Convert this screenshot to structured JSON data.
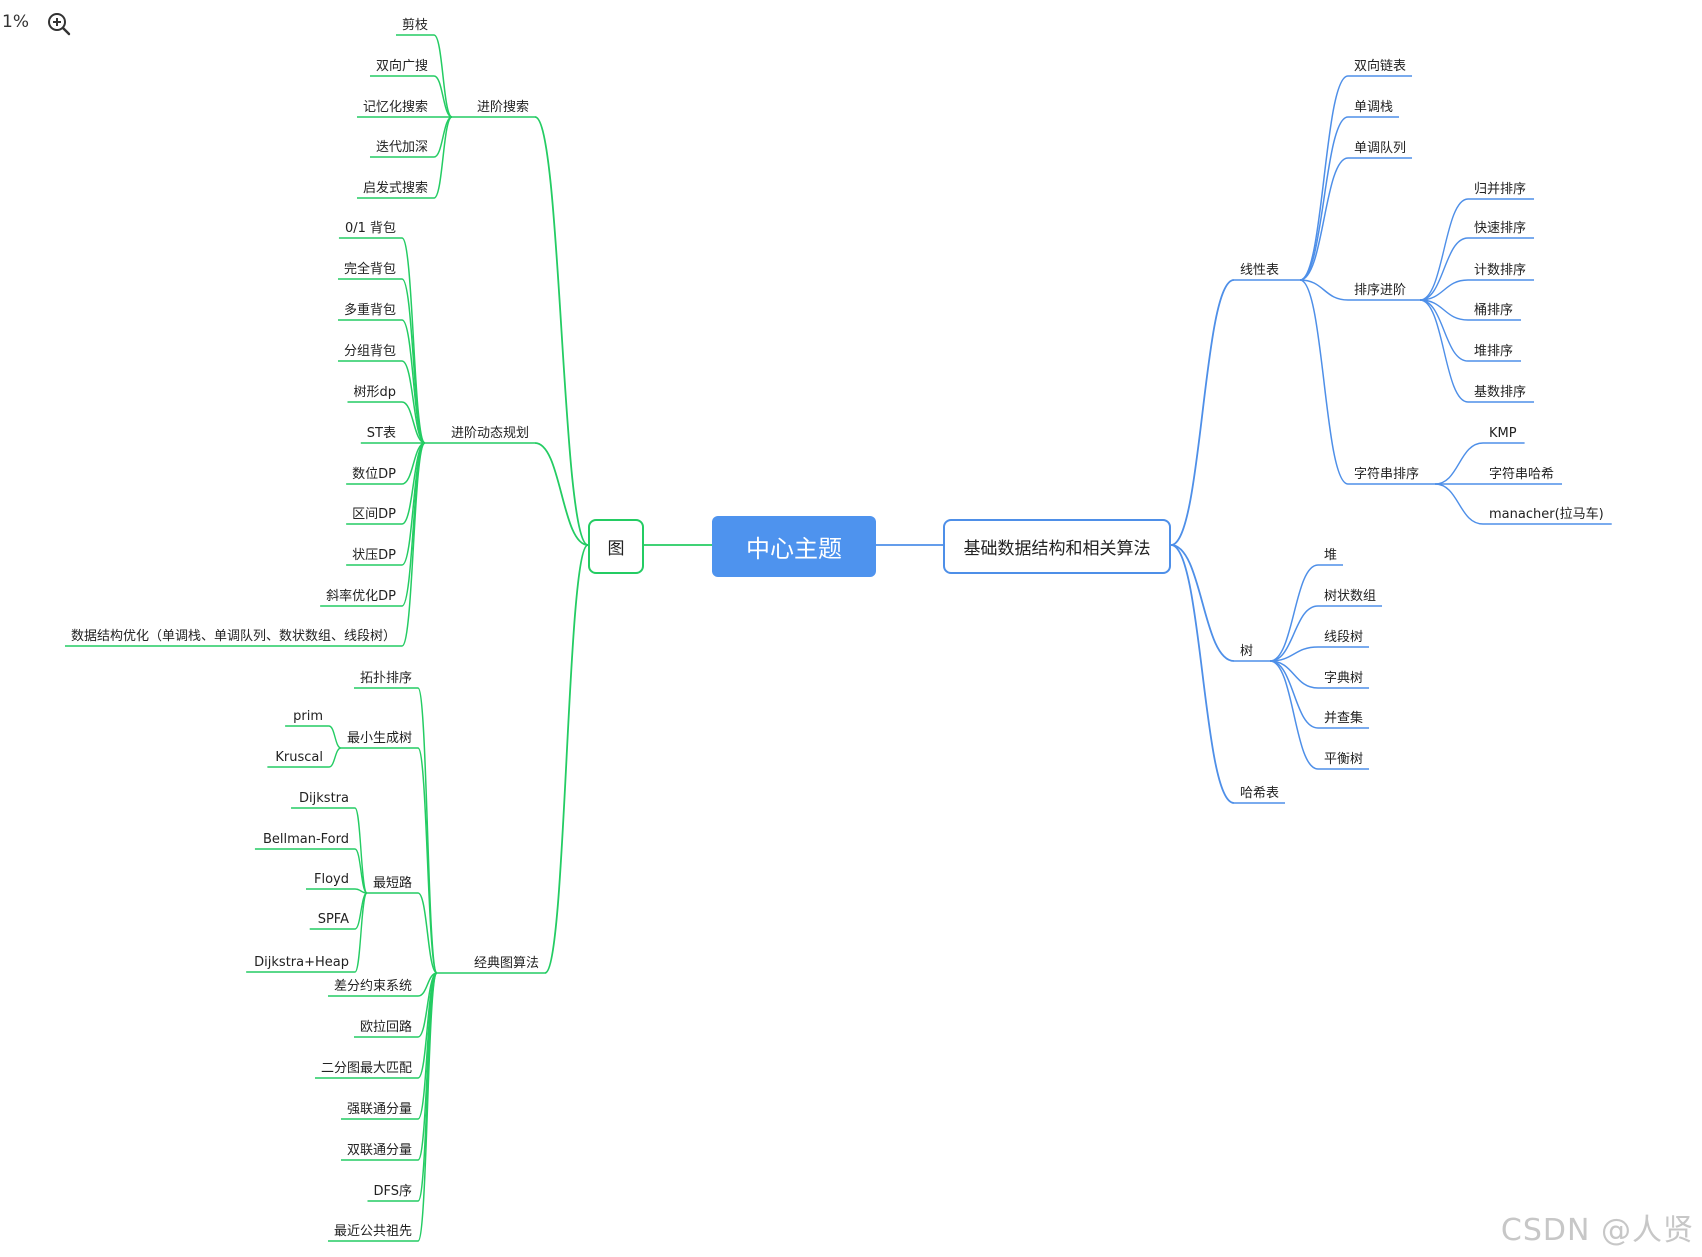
{
  "toolbar": {
    "zoom_text": "1%",
    "zoom_in_icon": "zoom-in-icon"
  },
  "watermark": "CSDN @人贤",
  "colors": {
    "green": "#24cc63",
    "blue": "#4e8fe8",
    "root": "#4e93ee"
  },
  "mindmap": {
    "root": "中心主题",
    "left": {
      "title": "图",
      "branches": [
        {
          "title": "进阶搜索",
          "children": [
            {
              "title": "剪枝"
            },
            {
              "title": "双向广搜"
            },
            {
              "title": "记忆化搜索"
            },
            {
              "title": "迭代加深"
            },
            {
              "title": "启发式搜索"
            }
          ]
        },
        {
          "title": "进阶动态规划",
          "children": [
            {
              "title": "0/1 背包"
            },
            {
              "title": "完全背包"
            },
            {
              "title": "多重背包"
            },
            {
              "title": "分组背包"
            },
            {
              "title": "树形dp"
            },
            {
              "title": "ST表"
            },
            {
              "title": "数位DP"
            },
            {
              "title": "区间DP"
            },
            {
              "title": "状压DP"
            },
            {
              "title": "斜率优化DP"
            },
            {
              "title": "数据结构优化（单调栈、单调队列、数状数组、线段树）"
            }
          ]
        },
        {
          "title": "经典图算法",
          "children": [
            {
              "title": "拓扑排序"
            },
            {
              "title": "最小生成树",
              "children": [
                {
                  "title": "prim"
                },
                {
                  "title": "Kruscal"
                }
              ]
            },
            {
              "title": "最短路",
              "children": [
                {
                  "title": "Dijkstra"
                },
                {
                  "title": "Bellman-Ford"
                },
                {
                  "title": "Floyd"
                },
                {
                  "title": "SPFA"
                },
                {
                  "title": "Dijkstra+Heap"
                }
              ]
            },
            {
              "title": "差分约束系统"
            },
            {
              "title": "欧拉回路"
            },
            {
              "title": "二分图最大匹配"
            },
            {
              "title": "强联通分量"
            },
            {
              "title": "双联通分量"
            },
            {
              "title": "DFS序"
            },
            {
              "title": "最近公共祖先"
            }
          ]
        }
      ]
    },
    "right": {
      "title": "基础数据结构和相关算法",
      "branches": [
        {
          "title": "线性表",
          "children": [
            {
              "title": "双向链表"
            },
            {
              "title": "单调栈"
            },
            {
              "title": "单调队列"
            },
            {
              "title": "排序进阶",
              "children": [
                {
                  "title": "归并排序"
                },
                {
                  "title": "快速排序"
                },
                {
                  "title": "计数排序"
                },
                {
                  "title": "桶排序"
                },
                {
                  "title": "堆排序"
                },
                {
                  "title": "基数排序"
                }
              ]
            },
            {
              "title": "字符串排序",
              "children": [
                {
                  "title": "KMP"
                },
                {
                  "title": "字符串哈希"
                },
                {
                  "title": "manacher(拉马车)"
                }
              ]
            }
          ]
        },
        {
          "title": "树",
          "children": [
            {
              "title": "堆"
            },
            {
              "title": "树状数组"
            },
            {
              "title": "线段树"
            },
            {
              "title": "字典树"
            },
            {
              "title": "并查集"
            },
            {
              "title": "平衡树"
            }
          ]
        },
        {
          "title": "哈希表"
        }
      ]
    }
  }
}
